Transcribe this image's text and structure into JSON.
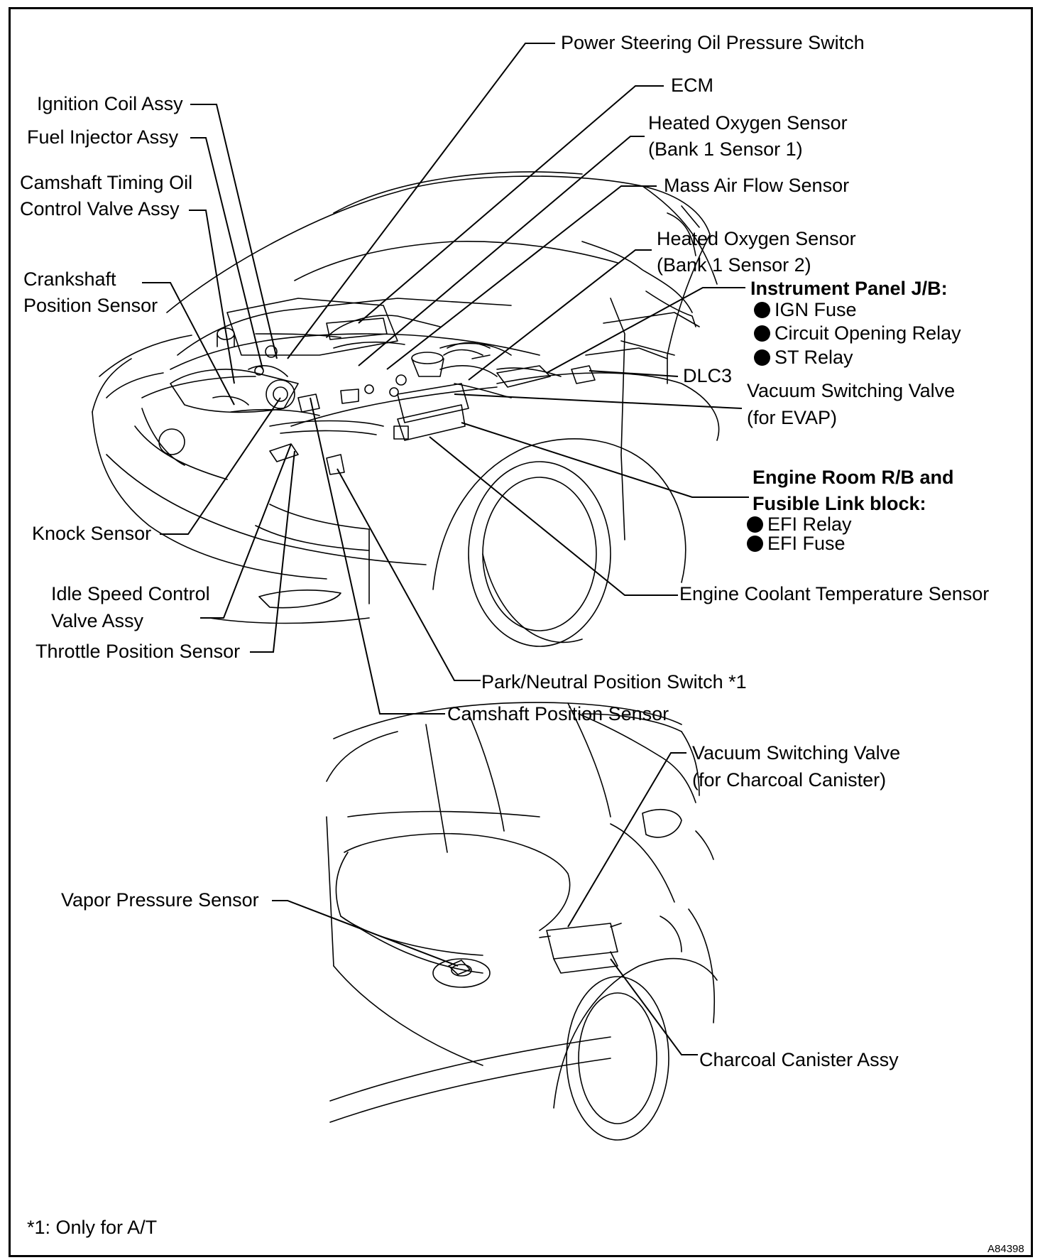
{
  "labels": {
    "power_steering": "Power Steering Oil Pressure Switch",
    "ecm": "ECM",
    "ho2s_b1s1_line1": "Heated Oxygen Sensor",
    "ho2s_b1s1_line2": "(Bank 1 Sensor 1)",
    "maf": "Mass Air Flow Sensor",
    "ho2s_b1s2_line1": "Heated Oxygen Sensor",
    "ho2s_b1s2_line2": "(Bank 1 Sensor 2)",
    "ignition_coil": "Ignition Coil Assy",
    "fuel_injector": "Fuel Injector Assy",
    "camshaft_timing_line1": "Camshaft Timing Oil",
    "camshaft_timing_line2": "Control Valve Assy",
    "crankshaft_line1": "Crankshaft",
    "crankshaft_line2": "Position Sensor",
    "dlc3": "DLC3",
    "vsv_evap_line1": "Vacuum Switching Valve",
    "vsv_evap_line2": "(for EVAP)",
    "knock_sensor": "Knock Sensor",
    "iscv_line1": "Idle Speed Control",
    "iscv_line2": "Valve Assy",
    "throttle_position": "Throttle Position Sensor",
    "ect": "Engine Coolant Temperature Sensor",
    "park_neutral": "Park/Neutral Position Switch *1",
    "camshaft_position": "Camshaft Position Sensor",
    "vsv_canister_line1": "Vacuum Switching Valve",
    "vsv_canister_line2": "(for Charcoal Canister)",
    "vapor_pressure": "Vapor Pressure Sensor",
    "charcoal_canister": "Charcoal Canister Assy"
  },
  "instrument_panel": {
    "title": "Instrument Panel J/B:",
    "items": [
      "IGN Fuse",
      "Circuit Opening Relay",
      "ST Relay"
    ]
  },
  "engine_room": {
    "title_line1": "Engine Room R/B and",
    "title_line2": "Fusible Link block:",
    "items": [
      "EFI Relay",
      "EFI Fuse"
    ]
  },
  "footnote": "*1: Only for A/T",
  "figure_id": "A84398"
}
